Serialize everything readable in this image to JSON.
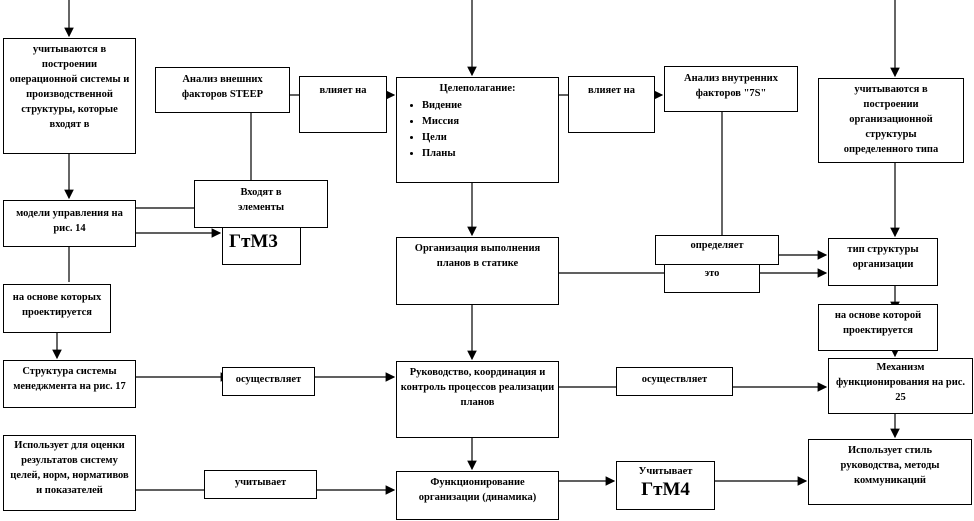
{
  "boxes": {
    "operational": "учитываются в построении операционной системы и производственной структуры, которые входят в",
    "models": "модели управления на рис. 14",
    "steep": "Анализ внешних факторов STEEP",
    "influences1": "влияет на",
    "elements": "Входят в элементы",
    "gtm3": "ГтМ3",
    "goal_setting_title": "Целеполагание:",
    "goal_items": [
      "Видение",
      "Миссия",
      "Цели",
      "Планы"
    ],
    "influences2": "влияет на",
    "seven_s": "Анализ внутренних факторов \"7S\"",
    "org_structure_build": "учитываются в построении организационной структуры определенного типа",
    "plan_execution": "Организация выполнения планов в статике",
    "determines": "определяет",
    "this": "это",
    "structure_type": "тип структуры организации",
    "based_on_which_right": "на основе которой проектируется",
    "based_on_which_left": "на основе которых проектируется",
    "mgmt_structure": "Структура системы менеджмента на рис. 17",
    "performs1": "осуществляет",
    "leadership": "Руководство, координация и контроль процессов реализации планов",
    "performs2": "осуществляет",
    "mechanism": "Механизм функционирования на рис. 25",
    "evaluation": "Использует для оценки результатов систему целей, норм, нормативов и показателей",
    "considers": "учитывает",
    "functioning": "Функционирование организации (динамика)",
    "considers_gtm4_label": "Учитывает",
    "gtm4": "ГтМ4",
    "style": "Использует стиль руководства, методы коммуникаций"
  }
}
